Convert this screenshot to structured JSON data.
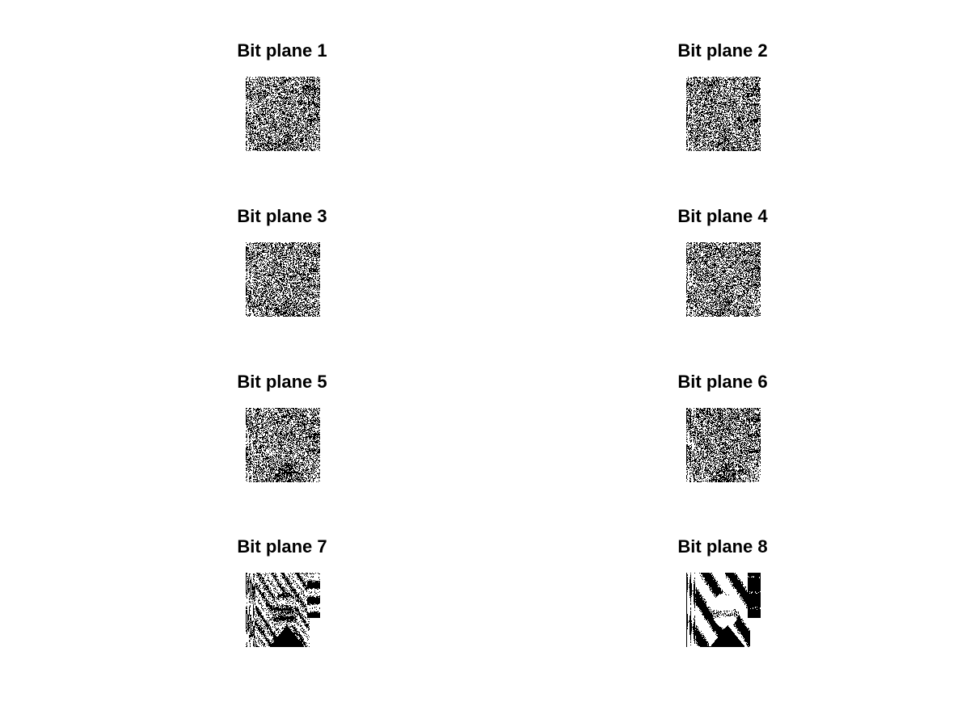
{
  "colors": {
    "background": "#ffffff",
    "foreground": "#000000"
  },
  "panels": [
    {
      "title": "Bit plane 1"
    },
    {
      "title": "Bit plane 2"
    },
    {
      "title": "Bit plane 3"
    },
    {
      "title": "Bit plane 4"
    },
    {
      "title": "Bit plane 5"
    },
    {
      "title": "Bit plane 6"
    },
    {
      "title": "Bit plane 7"
    },
    {
      "title": "Bit plane 8"
    }
  ]
}
